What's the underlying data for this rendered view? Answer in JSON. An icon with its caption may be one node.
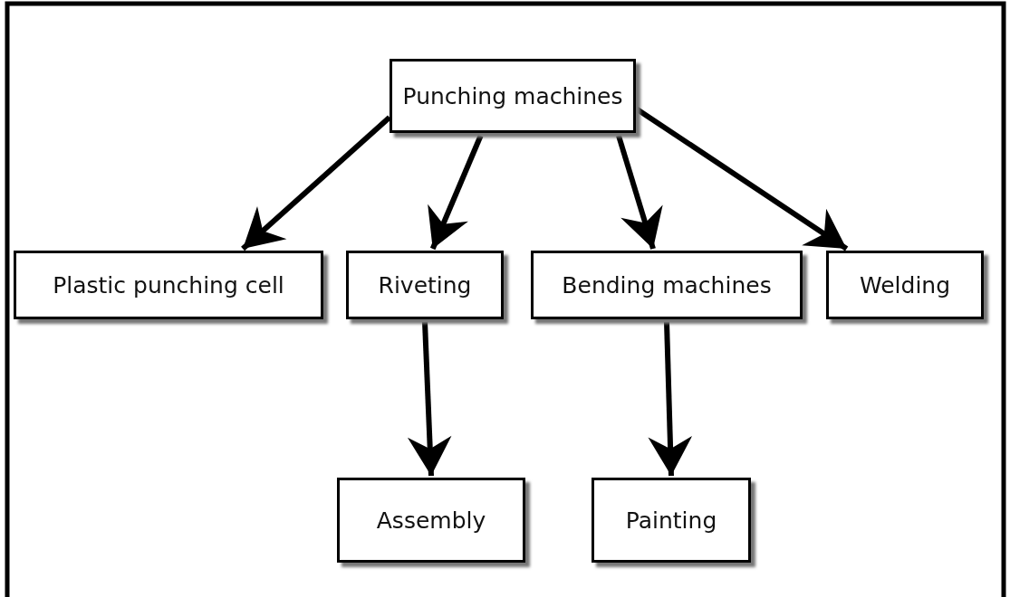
{
  "diagram": {
    "nodes": [
      {
        "text": [
          "Punching machines"
        ]
      },
      {
        "text": [
          "Plastic punching cell"
        ]
      },
      {
        "text": [
          "Riveting"
        ]
      },
      {
        "text": [
          "Bending machines"
        ]
      },
      {
        "text": [
          "Welding"
        ]
      },
      {
        "text": [
          "Assembly"
        ]
      },
      {
        "text": [
          "Painting"
        ]
      }
    ],
    "edges": [
      {
        "from": 0,
        "to": 1,
        "arrow": "to"
      },
      {
        "from": 0,
        "to": 2,
        "arrow": "to"
      },
      {
        "from": 0,
        "to": 3,
        "arrow": "to"
      },
      {
        "from": 0,
        "to": 4,
        "arrow": "to"
      },
      {
        "from": 2,
        "to": 5,
        "arrow": "to"
      },
      {
        "from": 3,
        "to": 6,
        "arrow": "to"
      }
    ]
  }
}
